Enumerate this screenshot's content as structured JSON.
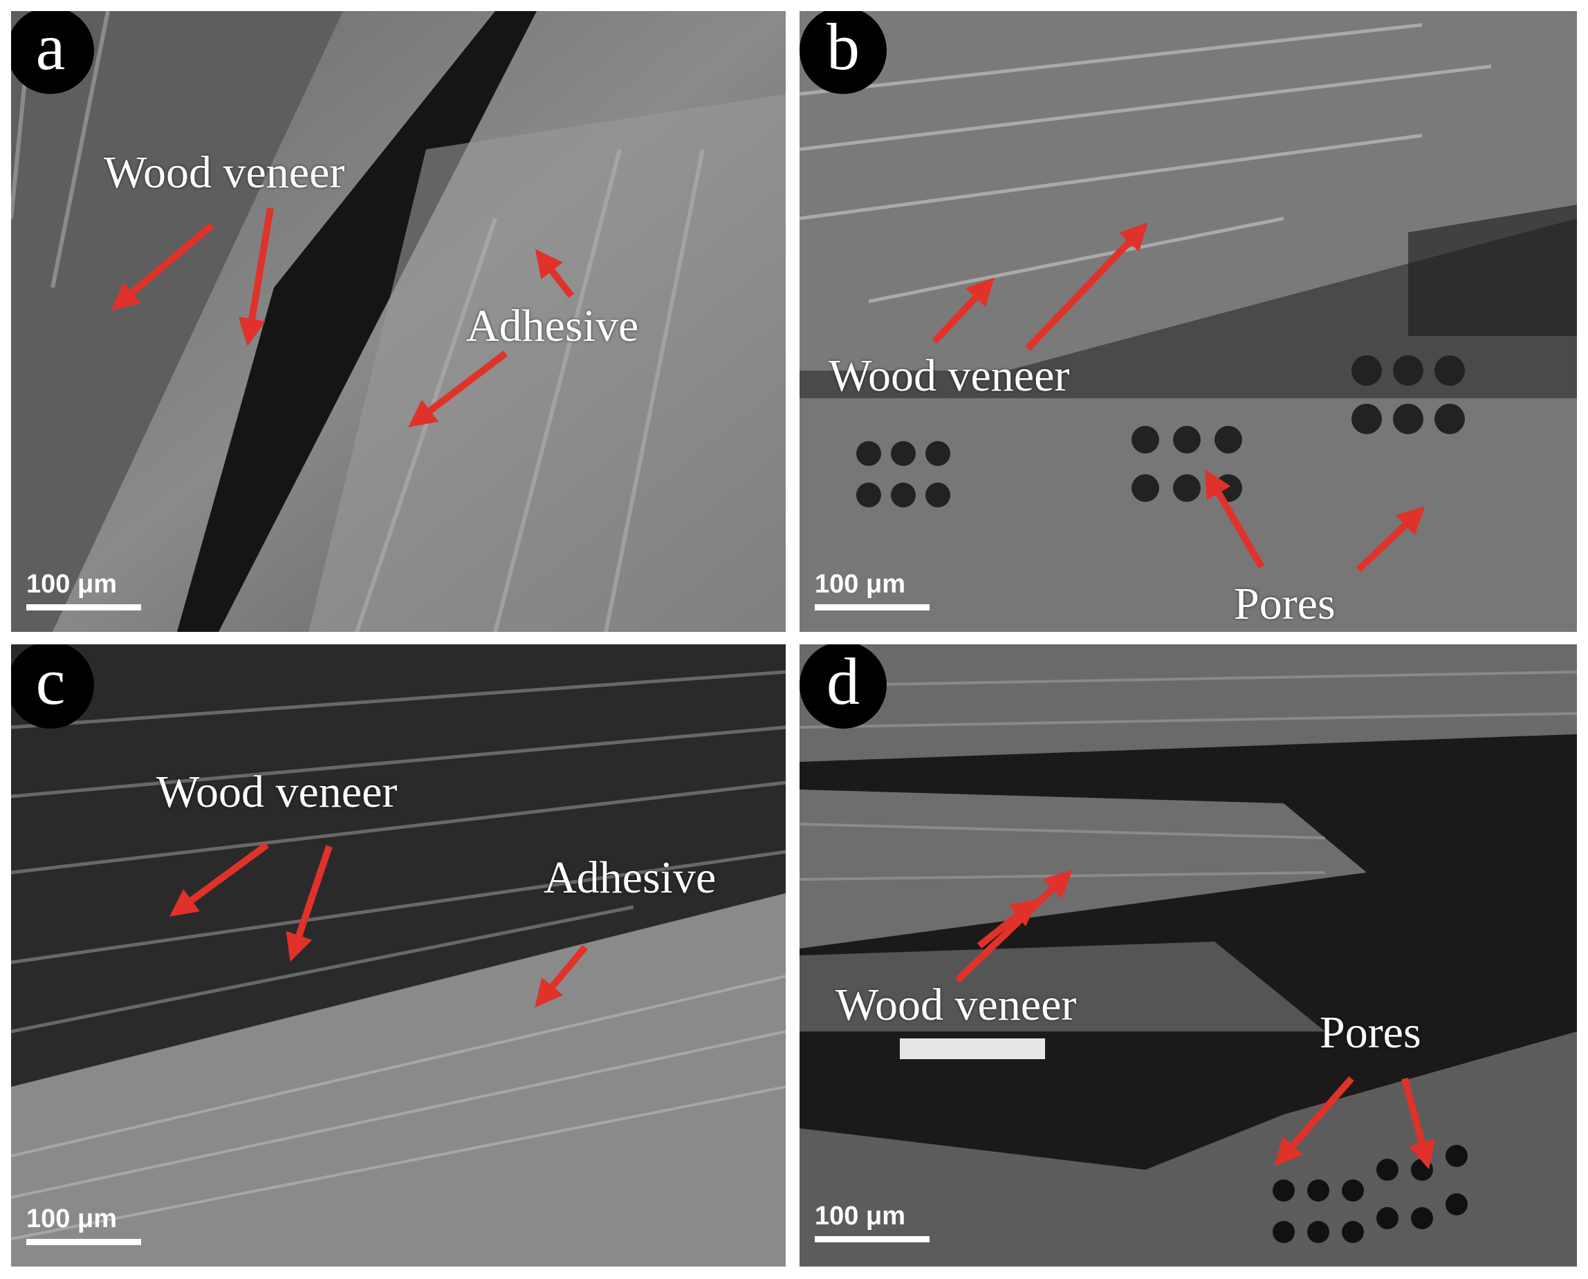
{
  "panels": [
    {
      "id": "a",
      "letter": "a",
      "labels": [
        "Wood veneer",
        "Adhesive"
      ],
      "scale": "100 μm"
    },
    {
      "id": "b",
      "letter": "b",
      "labels": [
        "Wood veneer",
        "Pores"
      ],
      "scale": "100 μm"
    },
    {
      "id": "c",
      "letter": "c",
      "labels": [
        "Wood veneer",
        "Adhesive"
      ],
      "scale": "100 μm"
    },
    {
      "id": "d",
      "letter": "d",
      "labels": [
        "Wood veneer",
        "Pores"
      ],
      "scale": "100 μm"
    }
  ],
  "colors": {
    "arrow": "#e0322a",
    "badge": "#000000",
    "text": "#ffffff"
  }
}
